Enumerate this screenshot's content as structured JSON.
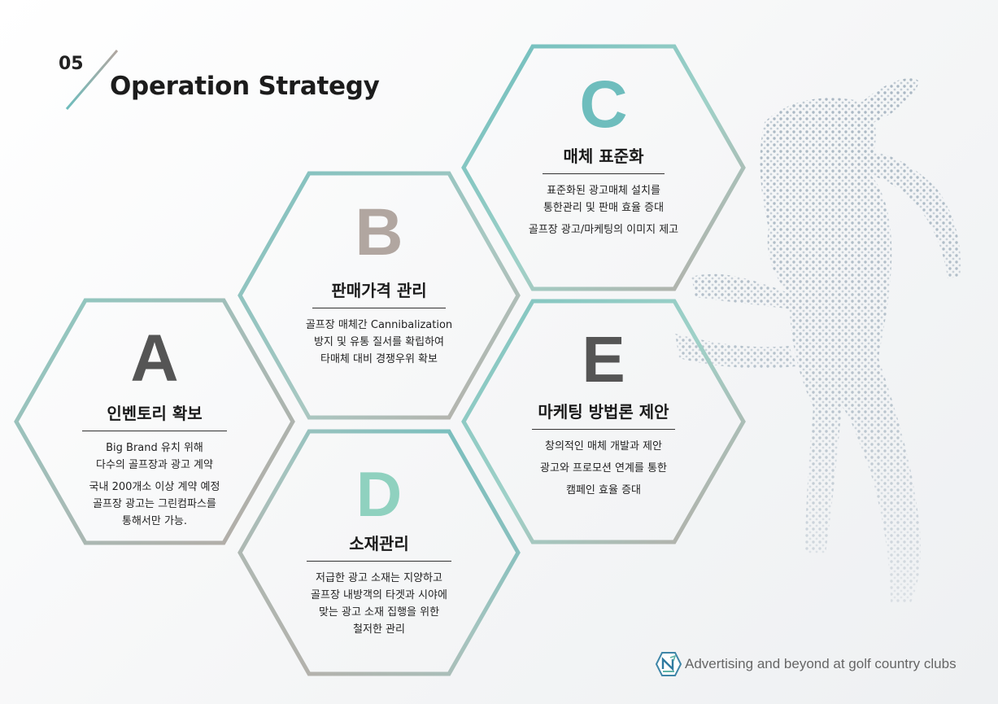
{
  "header": {
    "section_number": "05",
    "title": "Operation Strategy"
  },
  "colors": {
    "teal": "#6ebdbd",
    "taupe": "#b1a6a0",
    "dark_gray": "#555555",
    "mint": "#8fd1bf"
  },
  "hexagons": [
    {
      "letter": "A",
      "heading": "인벤토리 확보",
      "lines": [
        "Big Brand 유치 위해",
        "다수의 골프장과 광고 계약",
        "국내 200개소 이상 계약 예정",
        "골프장 광고는 그린컴파스를",
        "통해서만 가능."
      ]
    },
    {
      "letter": "B",
      "heading": "판매가격 관리",
      "lines": [
        "골프장 매체간 Cannibalization",
        "방지 및 유통 질서를 확립하여",
        "타매체 대비 경쟁우위 확보"
      ]
    },
    {
      "letter": "C",
      "heading": "매체 표준화",
      "lines": [
        "표준화된 광고매체 설치를",
        "통한관리 및 판매 효율 증대",
        "골프장 광고/마케팅의 이미지 제고"
      ]
    },
    {
      "letter": "D",
      "heading": "소재관리",
      "lines": [
        "저급한 광고 소재는 지양하고",
        "골프장 내방객의 타겟과 시야에",
        "맞는 광고 소재 집행을 위한",
        "철저한 관리"
      ]
    },
    {
      "letter": "E",
      "heading": "마케팅 방법론 제안",
      "lines": [
        "창의적인 매체 개발과 제안",
        "광고와 프로모션 연계를 통한",
        "캠페인 효율 증대"
      ]
    }
  ],
  "footer": {
    "tagline": "Advertising and beyond at golf country clubs",
    "logo_icon": "green-compass-logo-icon"
  }
}
